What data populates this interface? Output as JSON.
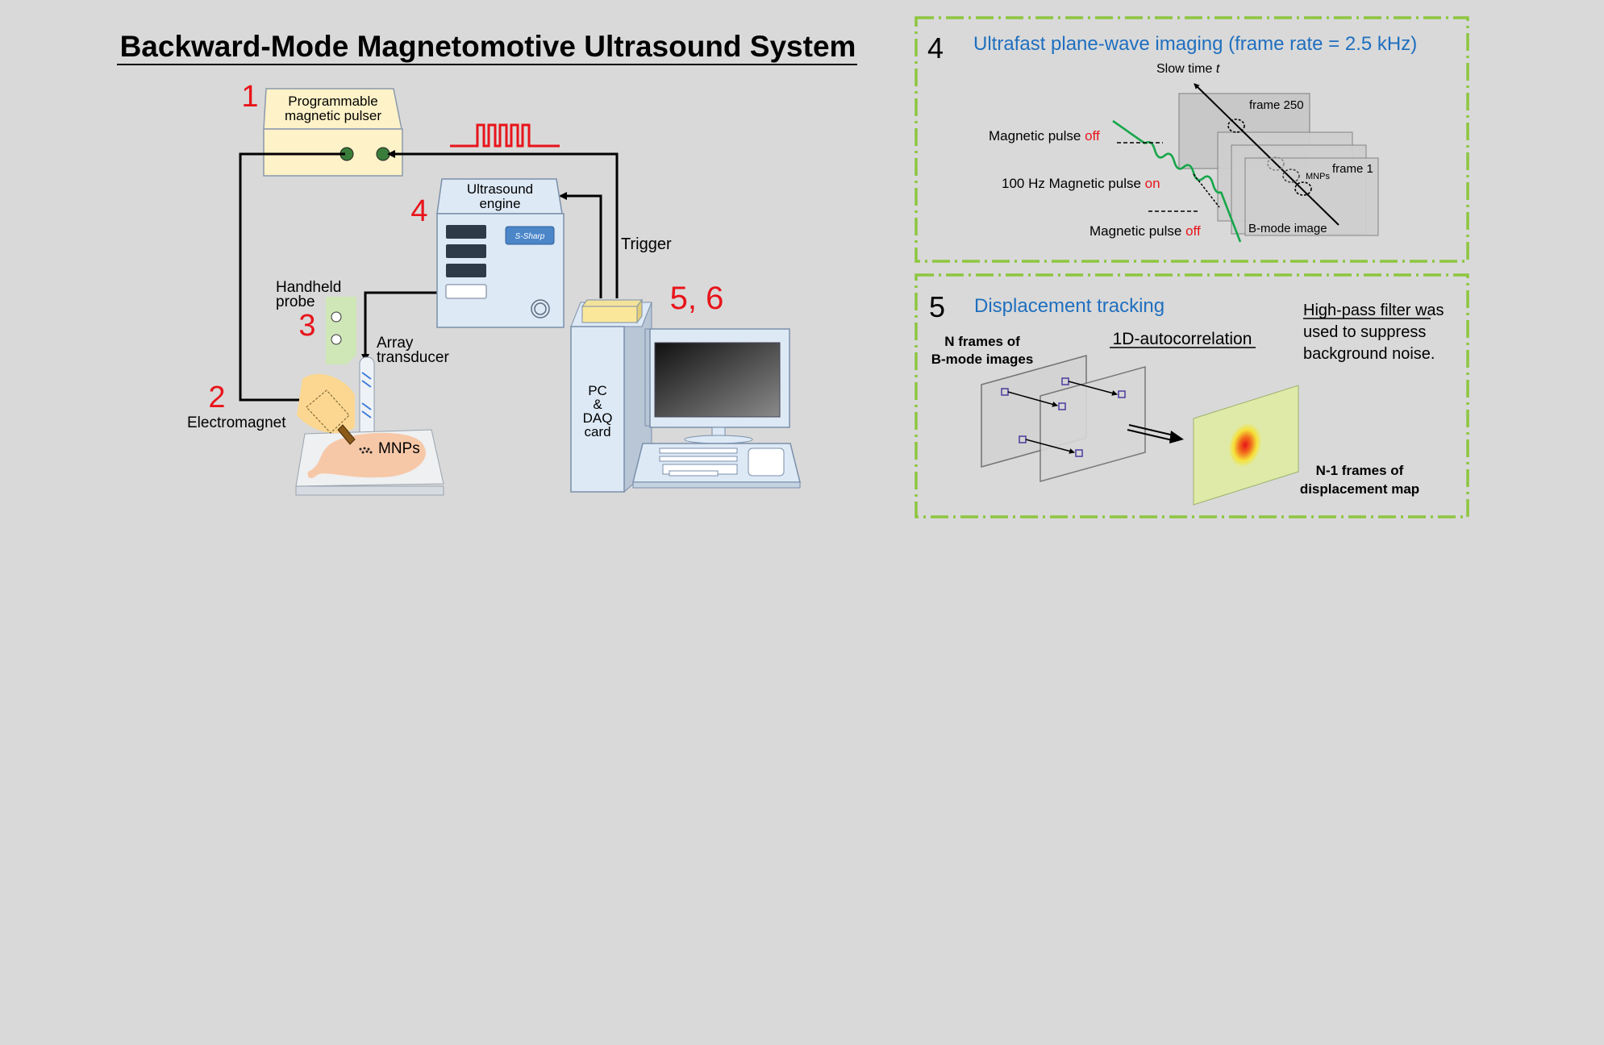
{
  "title": "Backward-Mode Magnetomotive Ultrasound System",
  "colors": {
    "background": "#d9d9d9",
    "step_number": "#e8141b",
    "heading_blue": "#1f6fbf",
    "dash_border": "#8dc63f",
    "pulse_red": "#e8141b",
    "wave_green": "#17a64a",
    "device_yellow": "#fdf2c8",
    "device_blue": "#dde9f5",
    "tissue": "#f7c8a8"
  },
  "setup": {
    "pulser_label_1": "Programmable",
    "pulser_label_2": "magnetic pulser",
    "engine_label_1": "Ultrasound",
    "engine_label_2": "engine",
    "engine_badge": "S-Sharp",
    "trigger_label": "Trigger",
    "probe_label_1": "Handheld",
    "probe_label_2": "probe",
    "transducer_label_1": "Array",
    "transducer_label_2": "transducer",
    "electromagnet_label": "Electromagnet",
    "mnps_label": "MNPs",
    "pc_label_1": "PC",
    "pc_label_2": "&",
    "pc_label_3": "DAQ",
    "pc_label_4": "card",
    "num_1": "1",
    "num_2": "2",
    "num_3": "3",
    "num_4": "4",
    "num_56": "5, 6"
  },
  "panel4": {
    "number": "4",
    "heading": "Ultrafast plane-wave imaging (frame rate = 2.5 kHz)",
    "slow_time": "Slow time",
    "slow_time_var": "t",
    "frame_250": "frame 250",
    "frame_1": "frame 1",
    "mnps": "MNPs",
    "bmode": "B-mode image",
    "pulse_off_top": "Magnetic pulse",
    "pulse_on": "100 Hz Magnetic pulse",
    "pulse_off_bottom": "Magnetic pulse",
    "off_word": "off",
    "on_word": "on"
  },
  "panel5": {
    "number": "5",
    "heading": "Displacement tracking",
    "n_frames_1": "N frames of",
    "n_frames_2": "B-mode images",
    "autocorrelation": "1D-autocorrelation",
    "hp_filter": "High-pass filter",
    "hp_was": " was",
    "hp_line2": "used to suppress",
    "hp_line3": "background noise.",
    "n1_frames_1": "N-1 frames of",
    "n1_frames_2": "displacement map"
  }
}
